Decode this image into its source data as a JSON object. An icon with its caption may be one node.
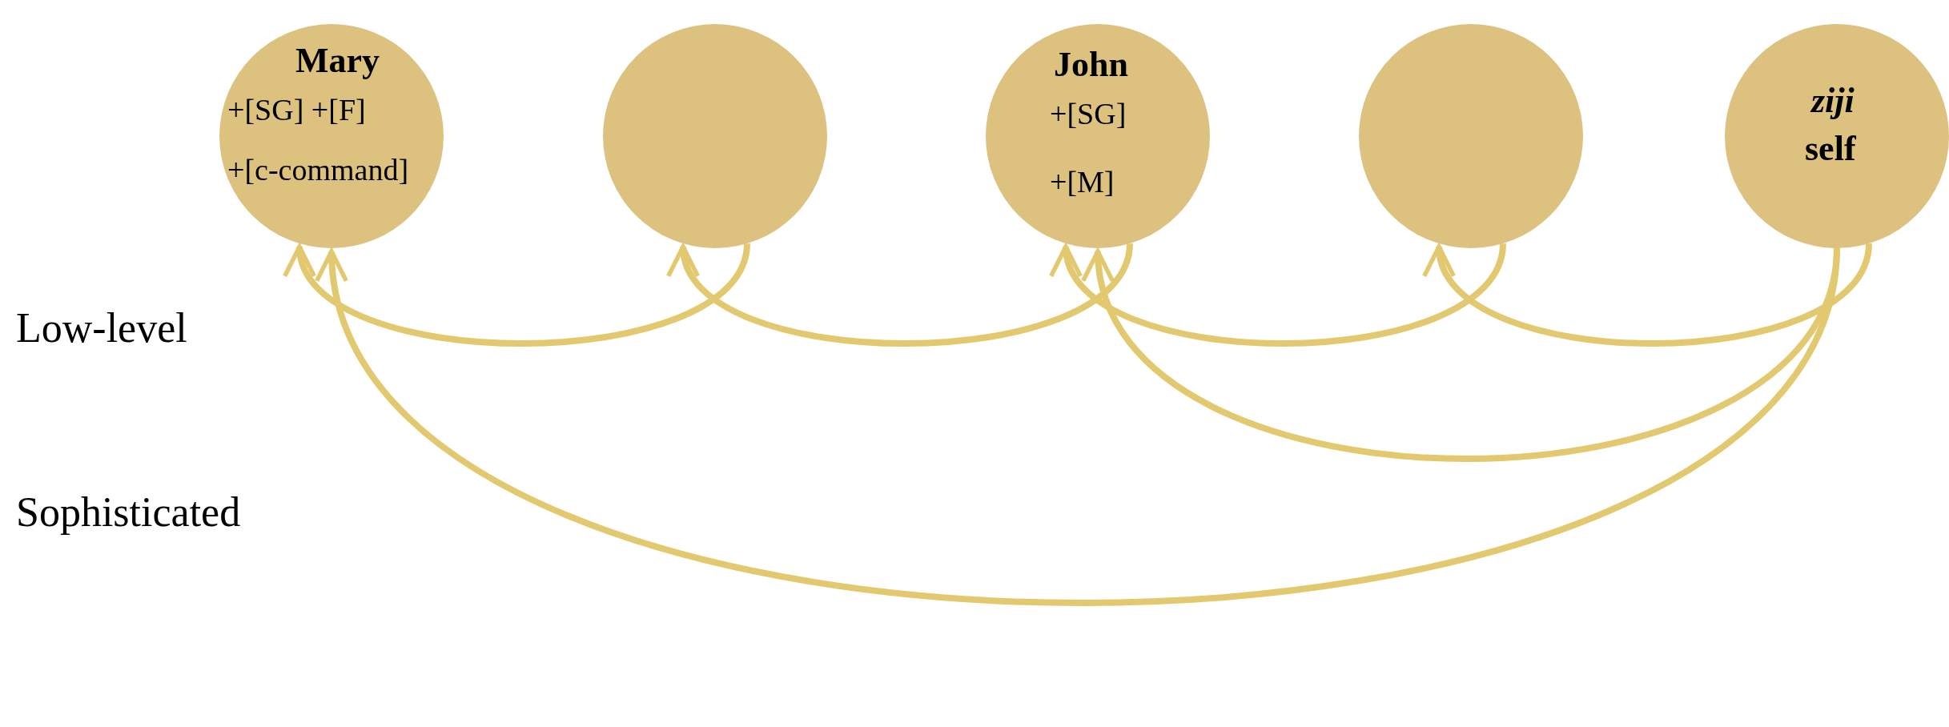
{
  "diagram": {
    "nodes": [
      {
        "text": [
          "Mary",
          "+[SG] +[F]",
          "+[c-command]"
        ]
      },
      {
        "text": [],
        "shape": "circle"
      },
      {
        "text": [
          "John",
          "+[SG]",
          "+[M]"
        ]
      },
      {
        "text": [],
        "shape": "circle"
      },
      {
        "text": [
          "ziji",
          "self"
        ]
      }
    ],
    "edges": [
      {
        "from": 1,
        "to": 0,
        "arrow": "to"
      },
      {
        "from": 2,
        "to": 1,
        "arrow": "to"
      },
      {
        "from": 3,
        "to": 2,
        "arrow": "to"
      },
      {
        "from": 4,
        "to": 3,
        "arrow": "to"
      },
      {
        "from": 4,
        "to": 2,
        "arrow": "to"
      },
      {
        "from": 4,
        "to": 0,
        "arrow": "to"
      }
    ],
    "labels": [
      "Low-level",
      "Sophisticated"
    ]
  }
}
